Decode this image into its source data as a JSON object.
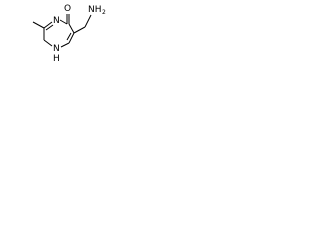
{
  "molecule": {
    "atoms": {
      "carbonyl_oxygen": "O",
      "amine_nitrogen": "NH",
      "amine_h_count": "2",
      "ring_nitrogen_top": "N",
      "ring_nitrogen_bottom": "N",
      "ring_nh_hydrogen": "H"
    },
    "bond_color": "#000000",
    "background_color": "#ffffff"
  }
}
